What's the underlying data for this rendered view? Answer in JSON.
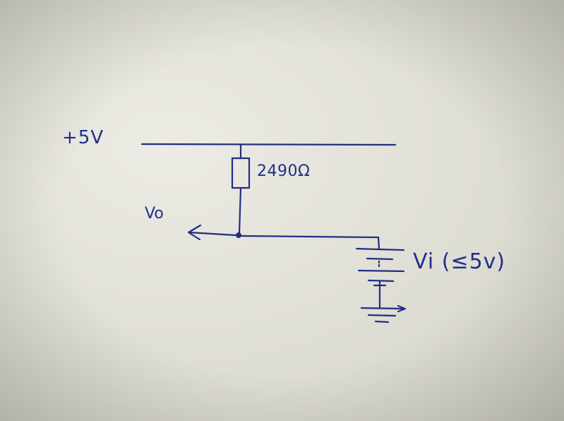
{
  "labels": {
    "supply": "+5V",
    "resistor": "2490Ω",
    "output": "Vo",
    "input": "Vi (≤5v)"
  },
  "colors": {
    "ink": "#1f2f82",
    "paper": "#e4e2d9"
  }
}
